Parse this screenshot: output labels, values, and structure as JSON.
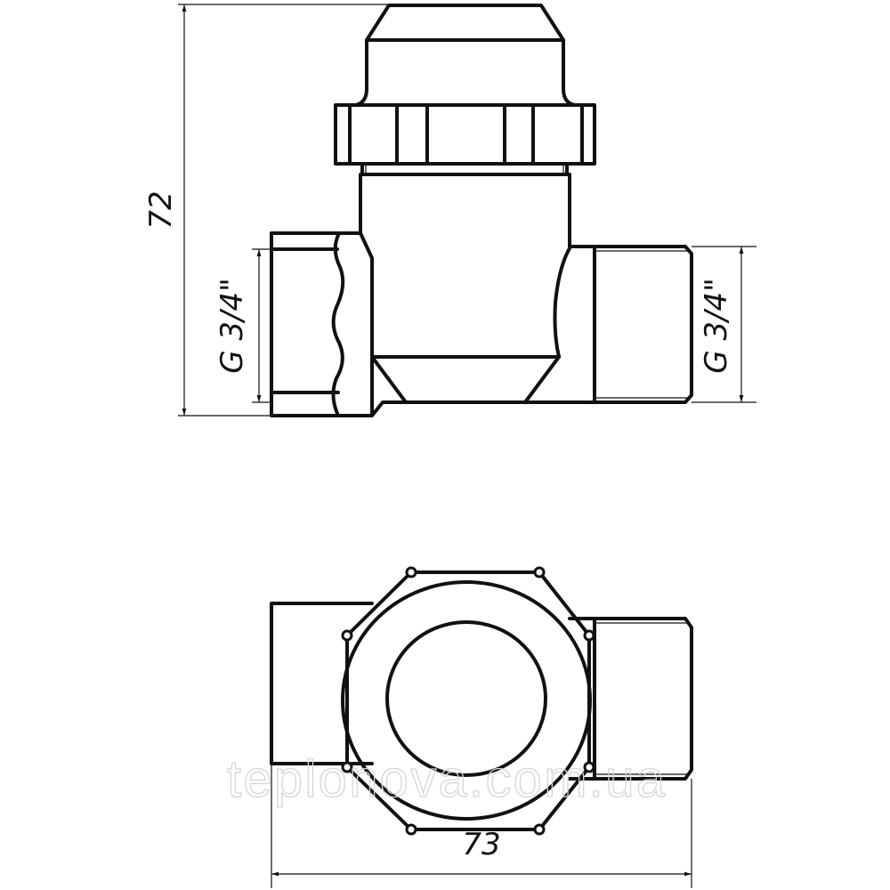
{
  "drawing": {
    "height_dimension": "72",
    "width_dimension": "73",
    "left_thread_label": "G 3/4\"",
    "right_thread_label": "G 3/4\"",
    "watermark": "teplonova.com.ua",
    "line_color": "#111111",
    "watermark_color": "#d6d6d6"
  }
}
